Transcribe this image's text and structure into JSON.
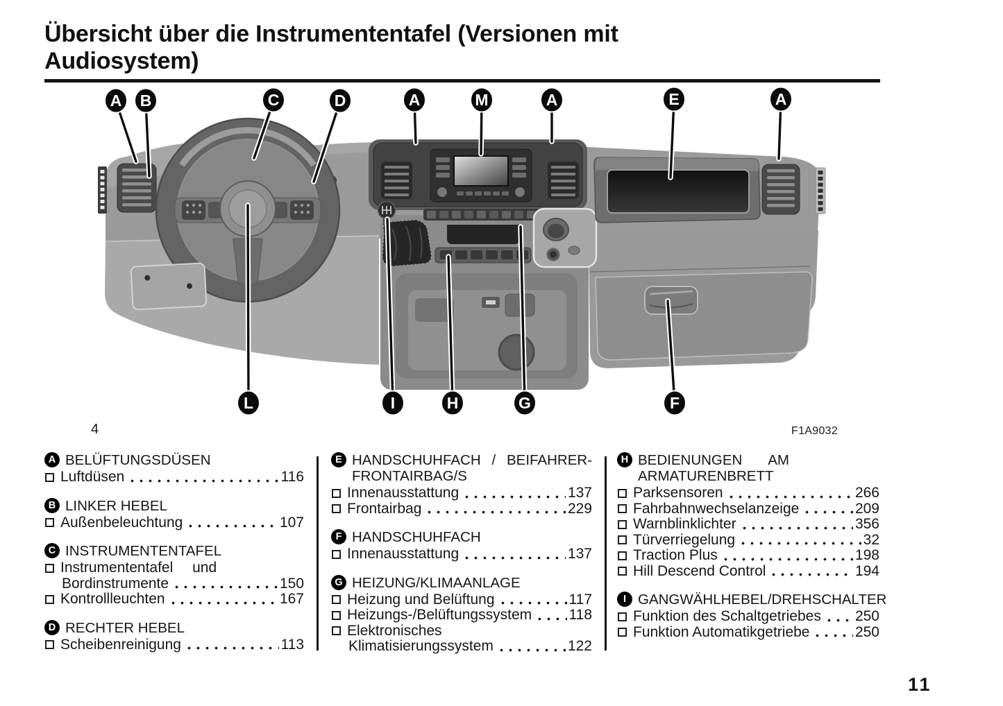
{
  "header": {
    "title": "Übersicht über die Instrumententafel (Versionen mit Audiosystem)"
  },
  "figure": {
    "number": "4",
    "code": "F1A9032",
    "callouts_top": [
      "A",
      "B",
      "C",
      "D",
      "A",
      "M",
      "A",
      "E",
      "A"
    ],
    "callouts_bottom": [
      "L",
      "I",
      "H",
      "G",
      "F"
    ]
  },
  "index": {
    "columns": [
      {
        "sections": [
          {
            "letter": "A",
            "title": "BELÜFTUNGSDÜSEN",
            "items": [
              {
                "label": "Luftdüsen",
                "page": "116"
              }
            ]
          },
          {
            "letter": "B",
            "title": "LINKER HEBEL",
            "items": [
              {
                "label": "Außenbeleuchtung",
                "page": "107"
              }
            ]
          },
          {
            "letter": "C",
            "title": "INSTRUMENTENTAFEL",
            "items": [
              {
                "pre": "Instrumententafel und",
                "label": "Bordinstrumente",
                "page": "150"
              },
              {
                "label": "Kontrollleuchten",
                "page": "167"
              }
            ]
          },
          {
            "letter": "D",
            "title": "RECHTER HEBEL",
            "items": [
              {
                "label": "Scheibenreinigung",
                "page": "113"
              }
            ]
          }
        ]
      },
      {
        "sections": [
          {
            "letter": "E",
            "title": "HANDSCHUHFACH / BEIFAHRER-FRONTAIRBAG/S",
            "items": [
              {
                "label": "Innenausstattung",
                "page": "137"
              },
              {
                "label": "Frontairbag",
                "page": "229"
              }
            ]
          },
          {
            "letter": "F",
            "title": "HANDSCHUHFACH",
            "items": [
              {
                "label": "Innenausstattung",
                "page": "137"
              }
            ]
          },
          {
            "letter": "G",
            "title": "HEIZUNG/KLIMAANLAGE",
            "items": [
              {
                "label": "Heizung und Belüftung",
                "page": "117"
              },
              {
                "label": "Heizungs-/Belüftungssystem",
                "page": "118"
              },
              {
                "pre": "Elektronisches",
                "label": "Klimatisierungssystem",
                "page": "122"
              }
            ]
          }
        ]
      },
      {
        "sections": [
          {
            "letter": "H",
            "title": "BEDIENUNGEN AM ARMATURENBRETT",
            "items": [
              {
                "label": "Parksensoren",
                "page": "266"
              },
              {
                "label": "Fahrbahnwechselanzeige",
                "page": "209"
              },
              {
                "label": "Warnblinklichter",
                "page": "356"
              },
              {
                "label": "Türverriegelung",
                "page": "32"
              },
              {
                "label": "Traction Plus",
                "page": "198"
              },
              {
                "label": "Hill Descend Control",
                "page": "194"
              }
            ]
          },
          {
            "letter": "I",
            "title": "GANGWÄHLHEBEL/DREHSCHALTER",
            "items": [
              {
                "label": "Funktion des Schaltgetriebes",
                "page": "250"
              },
              {
                "label": "Funktion Automatikgetriebe",
                "page": "250"
              }
            ]
          }
        ]
      }
    ]
  },
  "footer": {
    "page_number": "11"
  },
  "colors": {
    "ink": "#141414",
    "paper": "#ffffff",
    "badge_bg": "#000000",
    "badge_text": "#ffffff"
  }
}
